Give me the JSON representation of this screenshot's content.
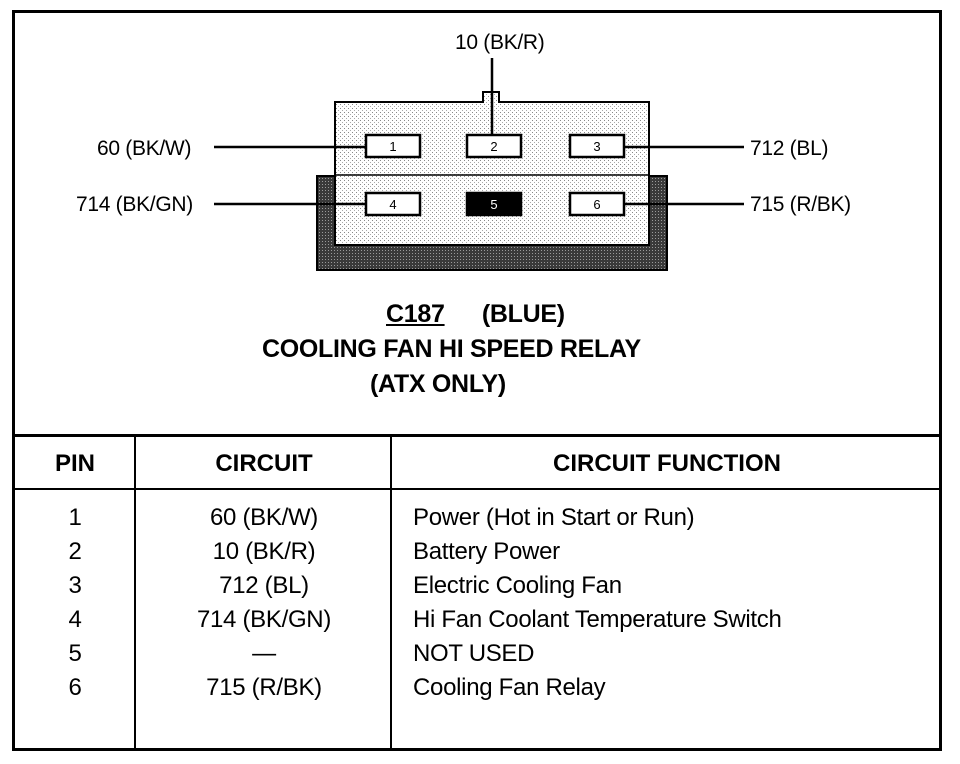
{
  "connector": {
    "id": "C187",
    "color_label": "(BLUE)",
    "title": "COOLING FAN HI SPEED RELAY",
    "subtitle": "(ATX ONLY)",
    "pins": [
      {
        "number": "1",
        "wire": "60 (BK/W)",
        "used": true
      },
      {
        "number": "2",
        "wire": "10 (BK/R)",
        "used": true
      },
      {
        "number": "3",
        "wire": "712 (BL)",
        "used": true
      },
      {
        "number": "4",
        "wire": "714 (BK/GN)",
        "used": true
      },
      {
        "number": "5",
        "wire": "",
        "used": false
      },
      {
        "number": "6",
        "wire": "715 (R/BK)",
        "used": true
      }
    ]
  },
  "table": {
    "headers": {
      "pin": "PIN",
      "circuit": "CIRCUIT",
      "function": "CIRCUIT FUNCTION"
    },
    "rows": [
      {
        "pin": "1",
        "circuit": "60 (BK/W)",
        "function": "Power (Hot in Start or Run)"
      },
      {
        "pin": "2",
        "circuit": "10 (BK/R)",
        "function": "Battery Power"
      },
      {
        "pin": "3",
        "circuit": "712 (BL)",
        "function": "Electric Cooling Fan"
      },
      {
        "pin": "4",
        "circuit": "714 (BK/GN)",
        "function": "Hi Fan Coolant Temperature Switch"
      },
      {
        "pin": "5",
        "circuit": "—",
        "function": "NOT USED"
      },
      {
        "pin": "6",
        "circuit": "715 (R/BK)",
        "function": "Cooling Fan Relay"
      }
    ]
  }
}
